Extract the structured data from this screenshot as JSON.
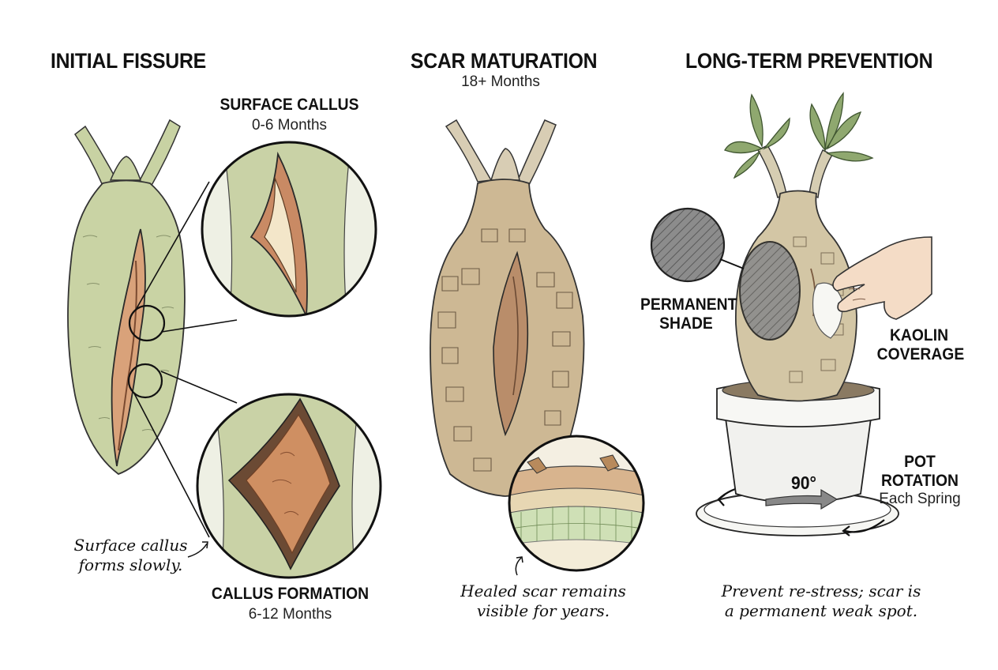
{
  "panels": [
    {
      "title": "INITIAL FISSURE",
      "callouts": [
        {
          "title": "SURFACE CALLUS",
          "duration": "0-6 Months"
        },
        {
          "title": "CALLUS FORMATION",
          "duration": "6-12 Months"
        }
      ],
      "note_lines": [
        "Surface callus",
        "forms slowly."
      ]
    },
    {
      "title": "SCAR MATURATION",
      "subtitle": "18+ Months",
      "note_lines": [
        "Healed scar remains",
        "visible for years."
      ]
    },
    {
      "title": "LONG-TERM PREVENTION",
      "labels": {
        "shade": [
          "PERMANENT",
          "SHADE"
        ],
        "kaolin": [
          "KAOLIN",
          "COVERAGE"
        ],
        "rotation": [
          "POT",
          "ROTATION"
        ],
        "rotation_schedule": "Each Spring",
        "rotation_angle": "90°"
      },
      "note_lines": [
        "Prevent re-stress; scar is",
        "a permanent weak spot."
      ]
    }
  ],
  "colors": {
    "bark_green": "#c9d3a4",
    "bark_tan": "#cdb894",
    "wound": "#c98a64",
    "shade_gray": "#8a8a8a",
    "leaf_green": "#8fa86f",
    "pot_white": "#f1f1ee"
  }
}
